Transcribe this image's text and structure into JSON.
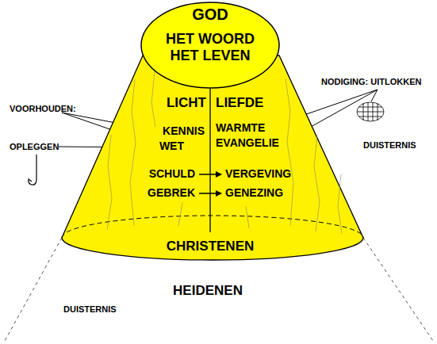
{
  "diagram": {
    "nodes": [
      {
        "text": [
          "GOD",
          "HET WOORD HET LEVEN"
        ]
      },
      {
        "text": [
          "LICHT",
          "LIEFDE",
          "KENNIS",
          "WET",
          "WARMTE",
          "EVANGELIE",
          "CHRISTENEN"
        ]
      },
      {
        "text": [
          "SCHULD"
        ],
        "in": 1
      },
      {
        "text": [
          "VERGEVING"
        ],
        "in": 1
      },
      {
        "text": [
          "GEBREK"
        ],
        "in": 1
      },
      {
        "text": [
          "GENEZING"
        ],
        "in": 1
      }
    ],
    "edges": [
      {
        "from": 2,
        "to": 3,
        "arrow": "to"
      },
      {
        "from": 4,
        "to": 5,
        "arrow": "to"
      }
    ],
    "labels": [
      "VOORHOUDEN:",
      "OPLEGGEN",
      "NODIGING: UITLOKKEN",
      "DUISTERNIS",
      "DUISTERNIS",
      "HEIDENEN"
    ]
  }
}
